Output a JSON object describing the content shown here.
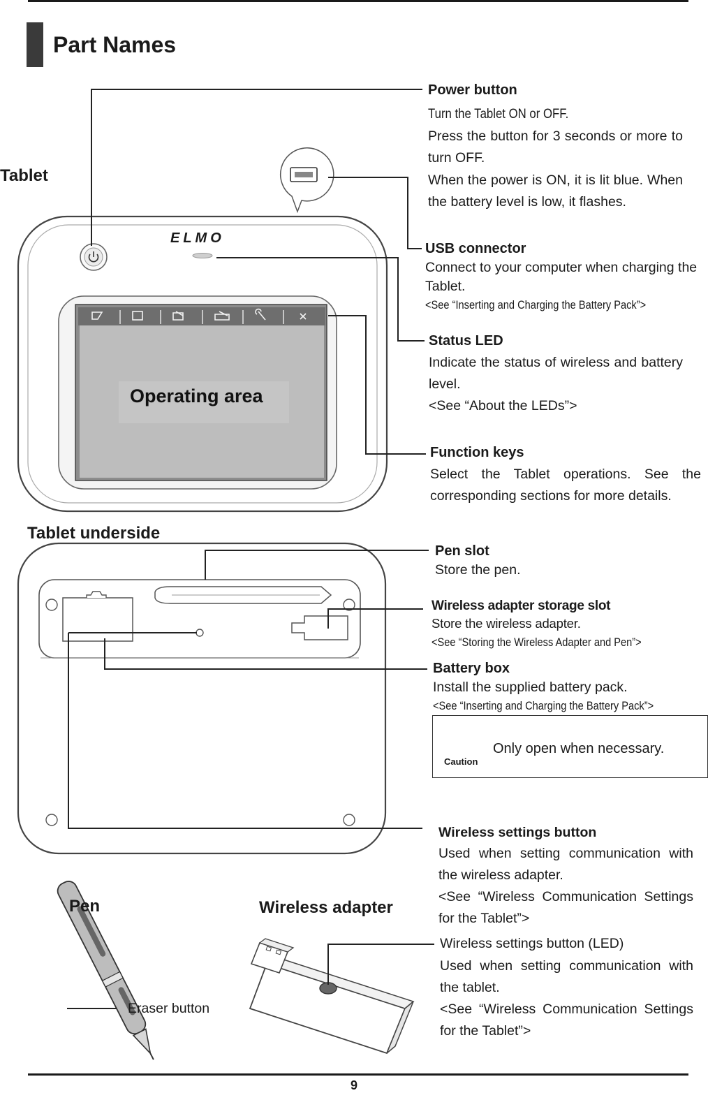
{
  "page": {
    "title": "Part Names",
    "page_number": "9"
  },
  "sections": {
    "tablet": "Tablet",
    "tablet_underside": "Tablet underside",
    "pen": "Pen",
    "wireless_adapter": "Wireless adapter"
  },
  "device": {
    "brand_logo": "ELMO",
    "operating_area": "Operating area"
  },
  "callouts": {
    "power_button": {
      "title": "Power button",
      "line1": "Turn the Tablet ON or OFF.",
      "line2": "Press the button for 3 seconds or more to turn OFF.",
      "line3": "When the power is ON, it is lit blue. When the battery level is low, it flashes."
    },
    "usb_connector": {
      "title": "USB connector",
      "text": "Connect to your computer when charging the Tablet.",
      "ref": "<See “Inserting and Charging the Battery Pack”>"
    },
    "status_led": {
      "title": "Status LED",
      "text": "Indicate the status of wireless and battery level.",
      "ref": "<See “About the LEDs”>"
    },
    "function_keys": {
      "title": "Function keys",
      "text": "Select the Tablet operations. See the corresponding sections for more details."
    },
    "pen_slot": {
      "title": "Pen slot",
      "text": "Store the pen."
    },
    "wireless_adapter_slot": {
      "title": "Wireless adapter storage slot",
      "text": "Store the wireless adapter.",
      "ref": "<See “Storing the Wireless Adapter and Pen”>"
    },
    "battery_box": {
      "title": "Battery box",
      "text": "Install the supplied battery pack.",
      "ref": "<See “Inserting and Charging the Battery Pack”>"
    },
    "caution": {
      "label": "Caution",
      "text": "Only open when necessary."
    },
    "wireless_settings_button": {
      "title": "Wireless settings button",
      "text": "Used when setting communication with the wireless adapter.",
      "ref": "<See “Wireless Communication Settings for the Tablet”>"
    },
    "wireless_settings_led": {
      "title": "Wireless settings button (LED)",
      "text": "Used when setting communication with the tablet.",
      "ref": "<See “Wireless Communication Settings for the Tablet”>"
    },
    "eraser_button": {
      "title": "Eraser button"
    }
  }
}
